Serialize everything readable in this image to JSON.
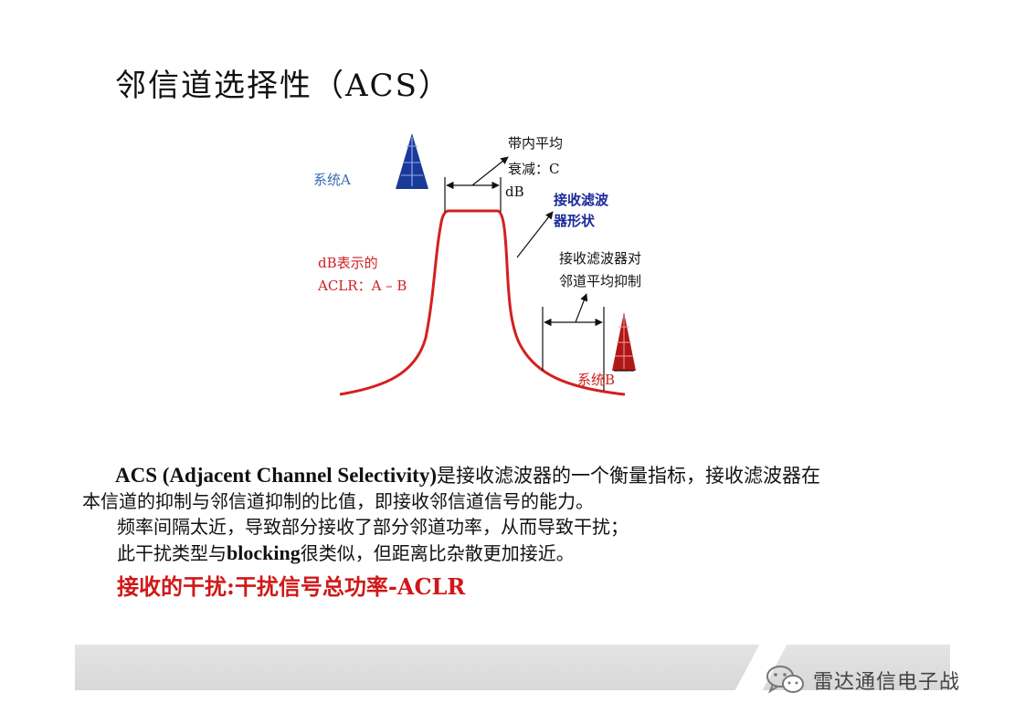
{
  "title": "邻信道选择性（ACS）",
  "diagram": {
    "system_a_label": "系统A",
    "system_b_label": "系统B",
    "inband_label_line1": "带内平均",
    "inband_label_line2": "衰减：C",
    "inband_label_line3": "dB",
    "filter_shape_line1": "接收滤波",
    "filter_shape_line2": "器形状",
    "aclr_line1": "dB表示的",
    "aclr_line2": "ACLR：A – B",
    "adjacent_suppress_line1": "接收滤波器对",
    "adjacent_suppress_line2": "邻道平均抑制",
    "colors": {
      "curve": "#d42020",
      "tower_a": "#1a3a9a",
      "tower_b": "#c02020",
      "label_blue": "#1a2a9a",
      "label_red": "#d02020",
      "label_system_a": "#3a6ab0"
    }
  },
  "body": {
    "line1_en": "ACS (Adjacent Channel Selectivity)",
    "line1_zh": "是接收滤波器的一个衡量指标，接收滤波器在",
    "line2": "本信道的抑制与邻信道抑制的比值，即接收邻信道信号的能力。",
    "line3": "频率间隔太近，导致部分接收了部分邻道功率，从而导致干扰；",
    "line4_a": "此干扰类型与",
    "line4_en": "blocking",
    "line4_b": "很类似，但距离比杂散更加接近。",
    "line5": "接收的干扰:干扰信号总功率-ACLR"
  },
  "footer": {
    "watermark_text": "雷达通信电子战",
    "watermark_icon": "wechat-icon"
  }
}
